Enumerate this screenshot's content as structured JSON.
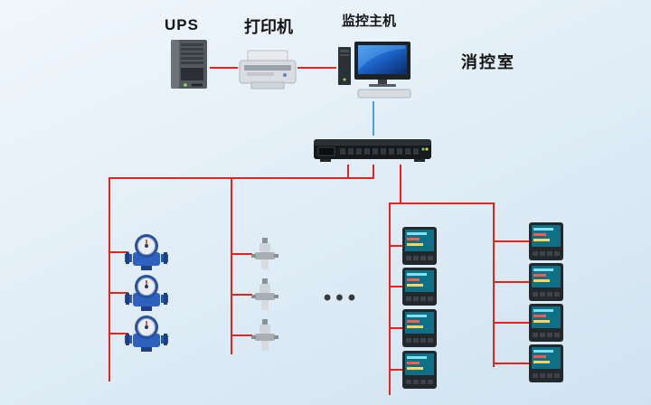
{
  "diagram": {
    "top_row": {
      "ups_label": "UPS",
      "printer_label": "打印机",
      "host_label": "监控主机",
      "room_label": "消控室"
    },
    "ellipsis": "•••",
    "colors": {
      "line_red": "#e8231b",
      "line_blue": "#4aa1e0",
      "background_top": "#f0f7fc",
      "background_bottom": "#cfe3f1"
    },
    "device_counts": {
      "water_meters": 3,
      "valves": 3,
      "panel_meters_column1": 4,
      "panel_meters_column2": 4
    }
  }
}
